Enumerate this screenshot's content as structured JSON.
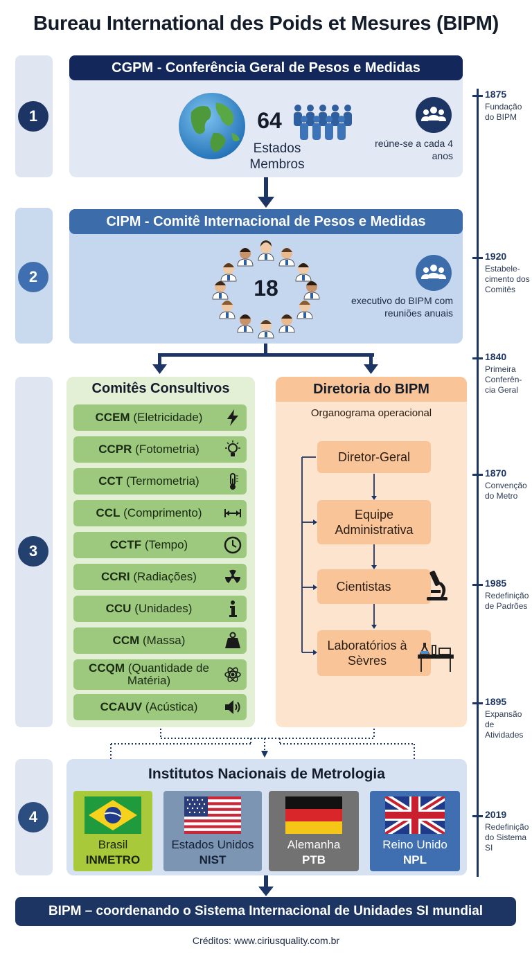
{
  "title": "Bureau International des Poids et Mesures (BIPM)",
  "steps": [
    "1",
    "2",
    "3",
    "4"
  ],
  "cgpm": {
    "header": "CGPM - Conferência Geral de Pesos e Medidas",
    "count": "64",
    "count_label": "Estados Membros",
    "meeting": "reúne-se a cada 4 anos"
  },
  "cipm": {
    "header": "CIPM - Comitê Internacional de Pesos e Medidas",
    "count": "18",
    "description": "executivo do BIPM com reuniões anuais"
  },
  "committees": {
    "title": "Comitês Consultivos",
    "items": [
      {
        "code": "CCEM",
        "name": "(Eletricidade)",
        "icon": "lightning-icon"
      },
      {
        "code": "CCPR",
        "name": "(Fotometria)",
        "icon": "lightbulb-icon"
      },
      {
        "code": "CCT",
        "name": "(Termometria)",
        "icon": "thermometer-icon"
      },
      {
        "code": "CCL",
        "name": "(Comprimento)",
        "icon": "length-arrow-icon"
      },
      {
        "code": "CCTF",
        "name": "(Tempo)",
        "icon": "clock-icon"
      },
      {
        "code": "CCRI",
        "name": "(Radiações)",
        "icon": "radiation-icon"
      },
      {
        "code": "CCU",
        "name": "(Unidades)",
        "icon": "info-icon"
      },
      {
        "code": "CCM",
        "name": "(Massa)",
        "icon": "weight-icon"
      },
      {
        "code": "CCQM",
        "name": "(Quantidade de Matéria)",
        "icon": "atom-icon"
      },
      {
        "code": "CCAUV",
        "name": "(Acústica)",
        "icon": "speaker-icon"
      }
    ]
  },
  "directorate": {
    "title": "Diretoria do BIPM",
    "subtitle": "Organograma operacional",
    "boxes": [
      "Diretor-Geral",
      "Equipe Administrativa",
      "Cientistas",
      "Laboratórios à Sèvres"
    ]
  },
  "institutes": {
    "title": "Institutos Nacionais de Metrologia",
    "items": [
      {
        "country": "Brasil",
        "abbr": "INMETRO",
        "bg": "#a8c93a",
        "text": "#1a2208"
      },
      {
        "country": "Estados Unidos",
        "abbr": "NIST",
        "bg": "#7b95b3",
        "text": "#142036"
      },
      {
        "country": "Alemanha",
        "abbr": "PTB",
        "bg": "#727272",
        "text": "#ffffff"
      },
      {
        "country": "Reino Unido",
        "abbr": "NPL",
        "bg": "#3f6fb0",
        "text": "#ffffff"
      }
    ]
  },
  "footer_banner": "BIPM – coordenando o Sistema Internacional de Unidades SI mundial",
  "credits": "Créditos: www.ciriusquality.com.br",
  "timeline": [
    {
      "year": "1875",
      "text": "Fundação do BIPM"
    },
    {
      "year": "1920",
      "text": "Estabele- cimento dos Comitês"
    },
    {
      "year": "1840",
      "text": "Primeira Conferên- cia Geral"
    },
    {
      "year": "1870",
      "text": "Convenção do Metro"
    },
    {
      "year": "1985",
      "text": "Redefinição de Padrões"
    },
    {
      "year": "1895",
      "text": "Expansão de Atividades"
    },
    {
      "year": "2019",
      "text": "Redefinição do Sistema SI"
    }
  ],
  "colors": {
    "navy": "#1d3564",
    "steel_blue": "#3f6fb0",
    "green_panel": "#e3f0d6",
    "green_row": "#9dc97e",
    "orange_panel": "#fde4cf",
    "orange_box": "#f9c598"
  }
}
